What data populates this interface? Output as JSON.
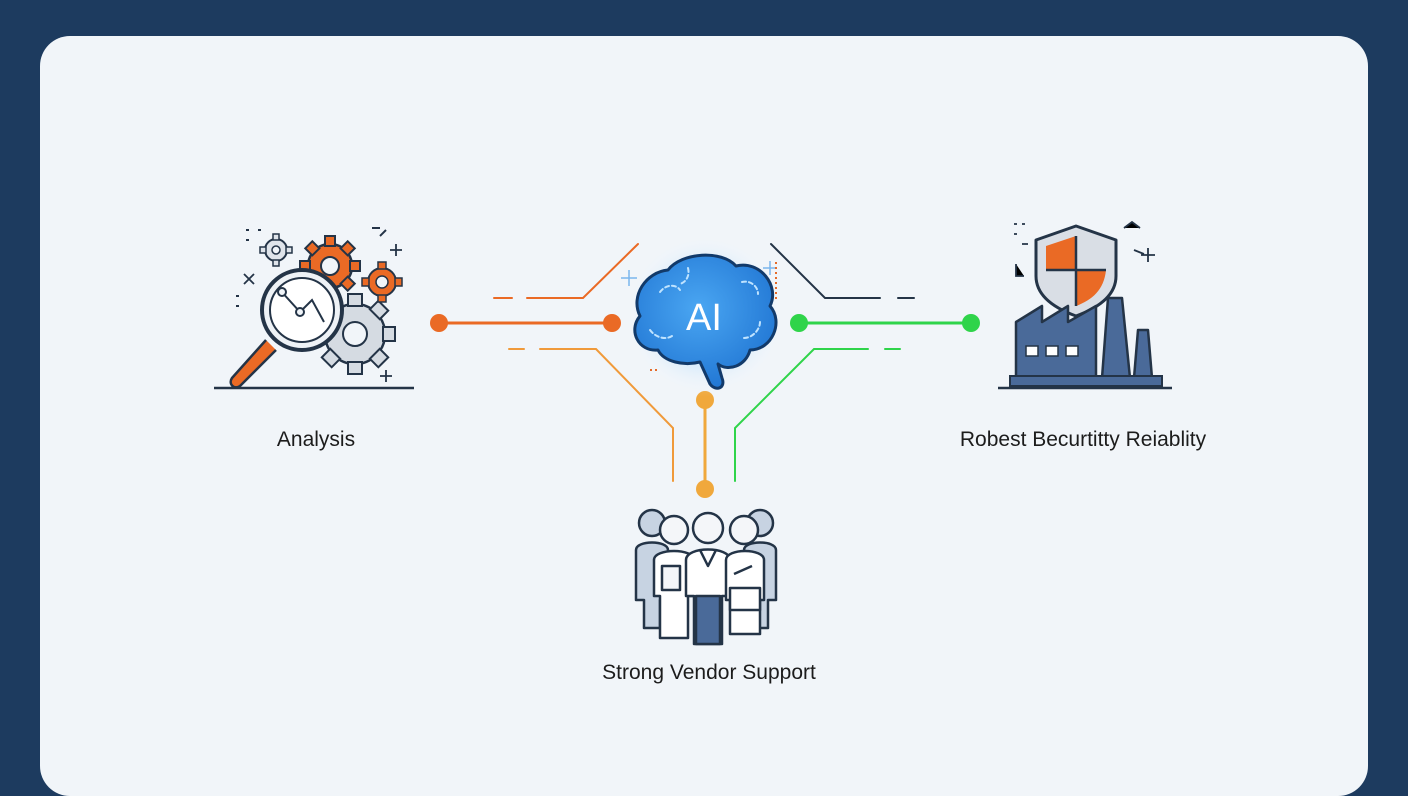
{
  "center": {
    "text": "AI",
    "icon": "ai-brain-icon"
  },
  "nodes": [
    {
      "id": "analysis",
      "label": "Analysis",
      "icon": "magnifier-gears-icon",
      "color": "#ea6a25"
    },
    {
      "id": "security",
      "label": "Robest Becurtitty Reiablity",
      "icon": "shield-factory-icon",
      "color": "#2fd44a"
    },
    {
      "id": "support",
      "label": "Strong Vendor Support",
      "icon": "people-group-icon",
      "color": "#f0a83c"
    }
  ],
  "colors": {
    "background": "#1d3b5f",
    "card": "#f1f5f9",
    "brain": "#2b86e0",
    "icon_line": "#243447",
    "icon_fill": "#4a6a99",
    "orange": "#ea6a25",
    "green": "#2fd44a",
    "amber": "#f0a83c"
  }
}
